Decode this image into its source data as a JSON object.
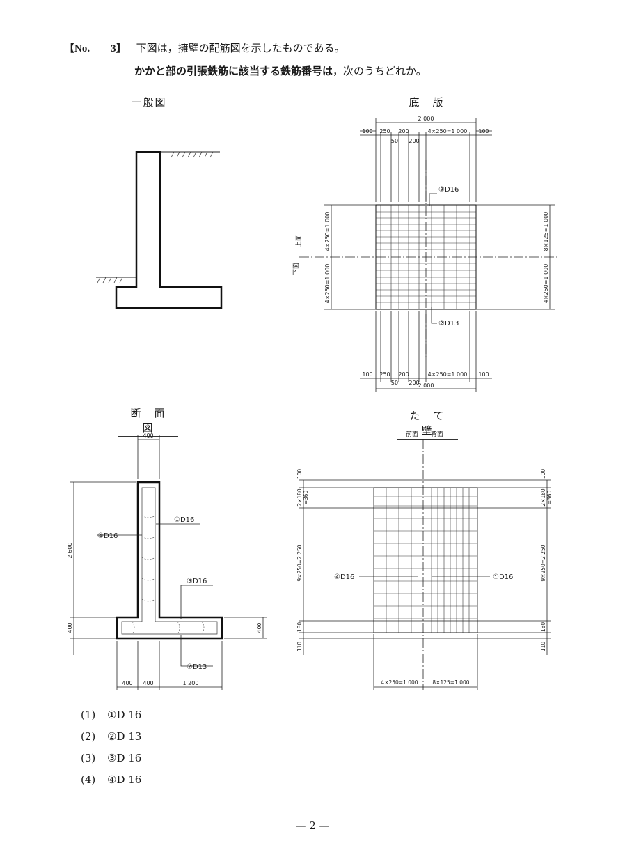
{
  "question": {
    "number_label": "【No.　　3】",
    "lead_text": "下図は，擁壁の配筋図を示したものである。",
    "bold_text": "かかと部の引張鉄筋に該当する鉄筋番号は",
    "rest_text": "，次のうちどれか。"
  },
  "figure_titles": {
    "general": "一般図",
    "base_slab": "底　版",
    "section": "断　面　図",
    "wall": "た　て　壁"
  },
  "base_slab_labels": {
    "total_top": "2 000",
    "d100_left": "100",
    "d250": "250",
    "d200a": "200",
    "d50": "50",
    "d200b": "200",
    "d4x250": "4×250=1 000",
    "d100_right": "100",
    "total_bottom": "2 000",
    "left_top_dim": "4×250=1 000",
    "left_bottom_dim": "4×250=1 000",
    "right_top_dim": "8×125=1 000",
    "right_bottom_dim": "4×250=1 000",
    "side_upper": "上面",
    "side_lower": "下面",
    "bar3": "③D16",
    "bar2": "②D13"
  },
  "section_labels": {
    "top_width": "400",
    "height_wall": "2 600",
    "height_base": "400",
    "height_base_right": "400",
    "bar1": "①D16",
    "bar4": "④D16",
    "bar3": "③D16",
    "bar2": "②D13",
    "b400a": "400",
    "b400b": "400",
    "b1200": "1 200"
  },
  "wall_labels": {
    "front": "前面",
    "back": "背面",
    "l100": "100",
    "l2x180": "2×180",
    "l360": "=360",
    "l9x250": "9×250=2 250",
    "l180": "180",
    "l110": "110",
    "r100": "100",
    "r2x180": "2×180",
    "r360": "=360",
    "r9x250": "9×250=2 250",
    "r180": "180",
    "r110": "110",
    "bar4": "④D16",
    "bar1": "①D16",
    "bottom_left": "4×250=1 000",
    "bottom_right": "8×125=1 000"
  },
  "choices": [
    {
      "num": "(1)",
      "text": "①D 16"
    },
    {
      "num": "(2)",
      "text": "②D 13"
    },
    {
      "num": "(3)",
      "text": "③D 16"
    },
    {
      "num": "(4)",
      "text": "④D 16"
    }
  ],
  "page_number": "— 2 —"
}
